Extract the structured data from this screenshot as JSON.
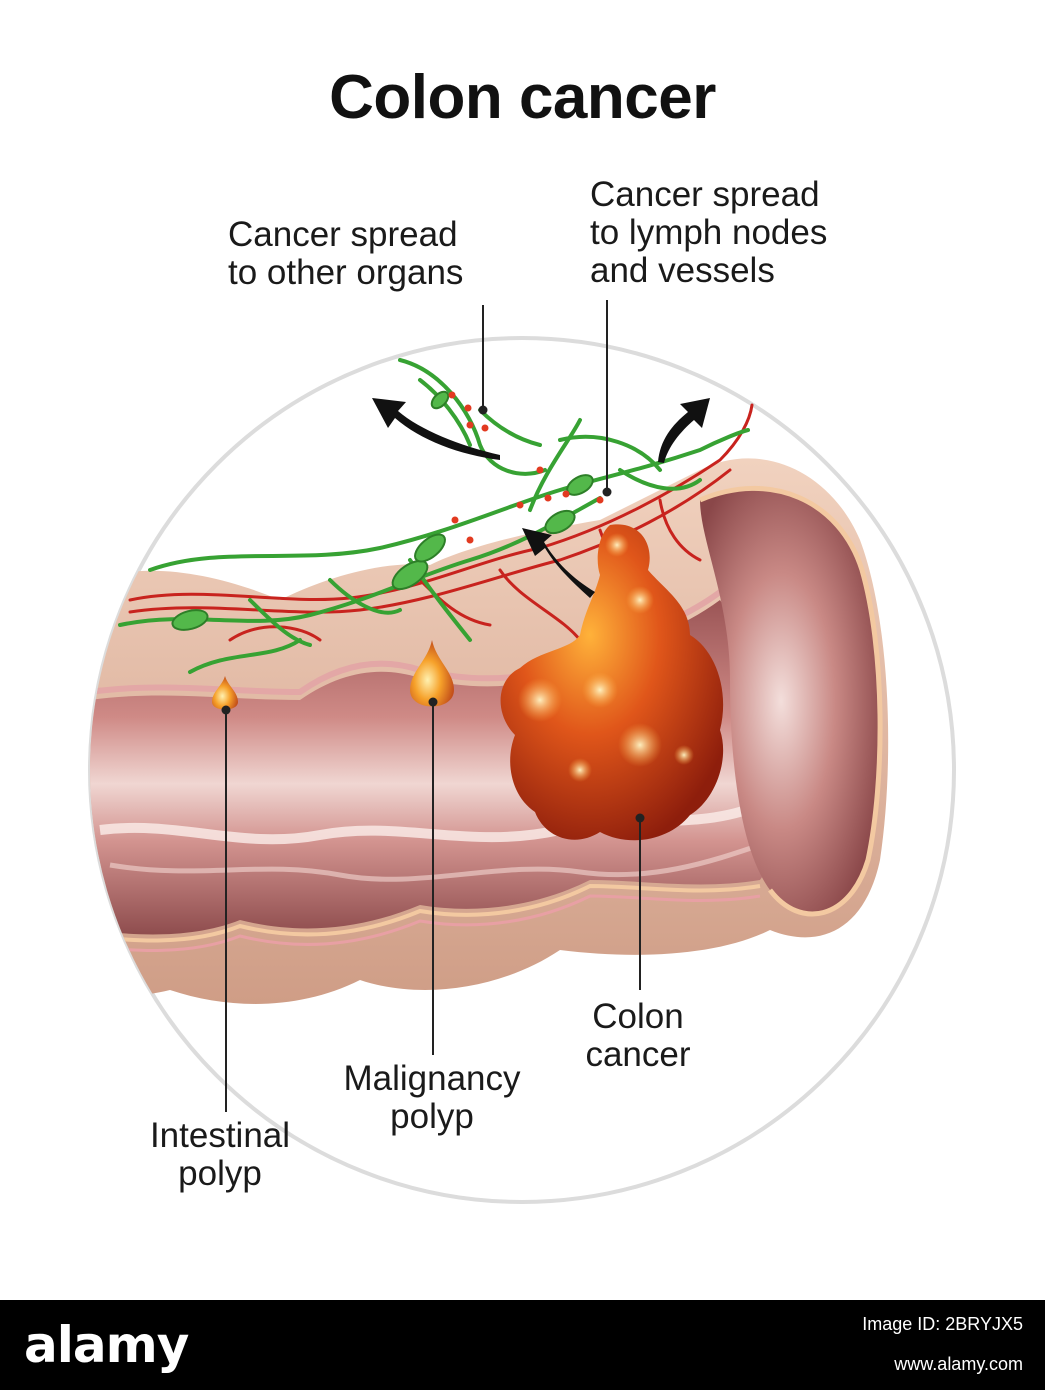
{
  "title": "Colon cancer",
  "labels": {
    "spread_organs": [
      "Cancer spread",
      "to other organs"
    ],
    "spread_lymph": [
      "Cancer spread",
      "to lymph nodes",
      "and vessels"
    ],
    "colon_cancer": [
      "Colon",
      "cancer"
    ],
    "malignancy_polyp": [
      "Malignancy",
      "polyp"
    ],
    "intestinal_polyp": [
      "Intestinal",
      "polyp"
    ]
  },
  "footer": {
    "brand": "alamy",
    "image_id": "Image ID: 2BRYJX5",
    "site": "www.alamy.com"
  },
  "colors": {
    "tissue": "#cf8a86",
    "tissue_edge": "#a86466",
    "outer_wall": "#e7c0a8",
    "vessel_red": "#c8231e",
    "lymph_green": "#37a233",
    "tumor": "#d44116",
    "polyp": "#f19521",
    "circle": "#dcdcdc"
  }
}
